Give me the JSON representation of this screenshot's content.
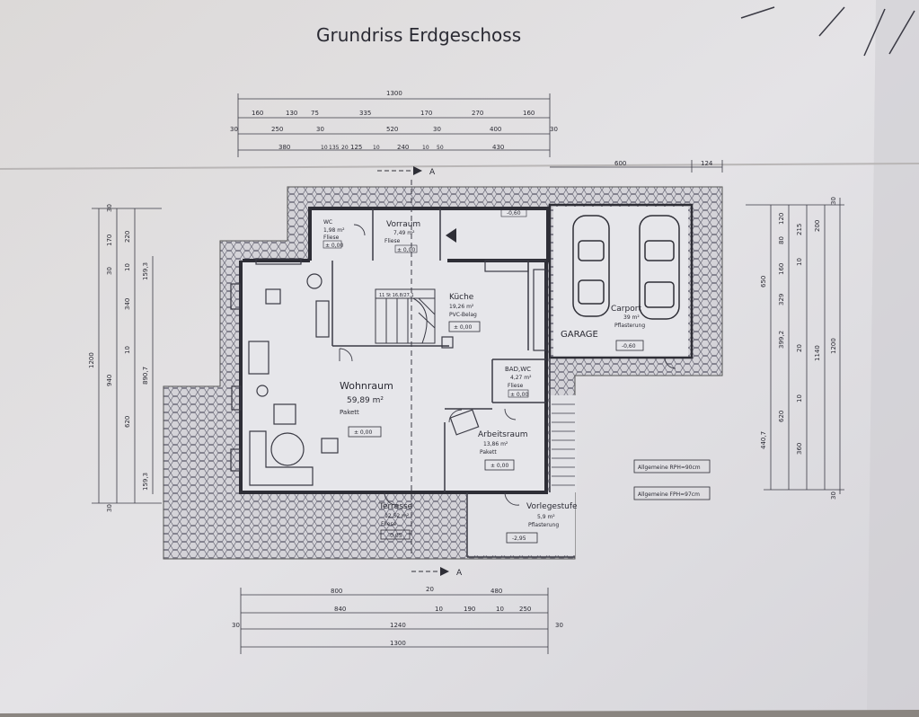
{
  "title": "Grundriss Erdgeschoss",
  "handwritten": "GARAGE",
  "section_marker": "A",
  "rooms": [
    {
      "name": "Wohnraum",
      "area": "59,89 m²",
      "floor": "Pakett",
      "level": "± 0,00"
    },
    {
      "name": "Küche",
      "area": "19,26 m²",
      "floor": "PVC-Belag",
      "level": "± 0,00"
    },
    {
      "name": "Vorraum",
      "area": "7,49 m²",
      "floor": "Fliese",
      "level": "± 0,00"
    },
    {
      "name": "WC",
      "area": "1,98 m²",
      "floor": "Fliese",
      "level": "± 0,00"
    },
    {
      "name": "BAD,WC",
      "area": "4,27 m²",
      "floor": "Fliese",
      "level": "± 0,00"
    },
    {
      "name": "Arbeitsraum",
      "area": "13,86 m²",
      "floor": "Pakett",
      "level": "± 0,00"
    },
    {
      "name": "Terrasse",
      "area": "12,52 m²",
      "floor": "Fliese",
      "level": "-0,05"
    },
    {
      "name": "Vorlegestufe",
      "area": "5,9 m²",
      "floor": "Pflasterung",
      "level": "-2,95"
    },
    {
      "name": "Carport",
      "area": "39 m²",
      "floor": "Pflasterung",
      "level": "-0,60"
    }
  ],
  "notes": [
    "Allgemeine RPH=90cm",
    "Allgemeine FPH=97cm"
  ],
  "levels": {
    "entry": "-0,60",
    "stair_box": "± 0,00"
  },
  "top_dims": {
    "overall": "1300",
    "row1": [
      "160",
      "130",
      "75",
      "335",
      "170",
      "270",
      "160"
    ],
    "row2": [
      "30",
      "250",
      "30",
      "520",
      "30",
      "400",
      "30"
    ],
    "row3": [
      "380",
      "10",
      "135",
      "20",
      "125",
      "10",
      "240",
      "10",
      "50",
      "430"
    ],
    "garage": [
      "600",
      "124"
    ]
  },
  "bottom_dims": {
    "row1": [
      "800",
      "20",
      "480"
    ],
    "row2": [
      "840",
      "10",
      "190",
      "10",
      "250"
    ],
    "row3": [
      "30",
      "1240",
      "30"
    ],
    "overall": "1300"
  },
  "left_dims": {
    "overall": "1200",
    "col1": [
      "30",
      "170",
      "30",
      "940",
      "30"
    ],
    "col2": [
      "220",
      "10",
      "340",
      "10",
      "620"
    ],
    "col3": [
      "159,3",
      "890,7",
      "159,3"
    ]
  },
  "right_dims": {
    "col1": [
      "650",
      "440,7"
    ],
    "col2": [
      "120",
      "80",
      "160",
      "329",
      "399,2",
      "620"
    ],
    "col3": [
      "215",
      "10",
      "20",
      "10",
      "360"
    ],
    "col4": [
      "200",
      "1140"
    ],
    "col5": [
      "30",
      "1200",
      "30"
    ]
  },
  "stair_note": "11 St 16,8/27,1"
}
